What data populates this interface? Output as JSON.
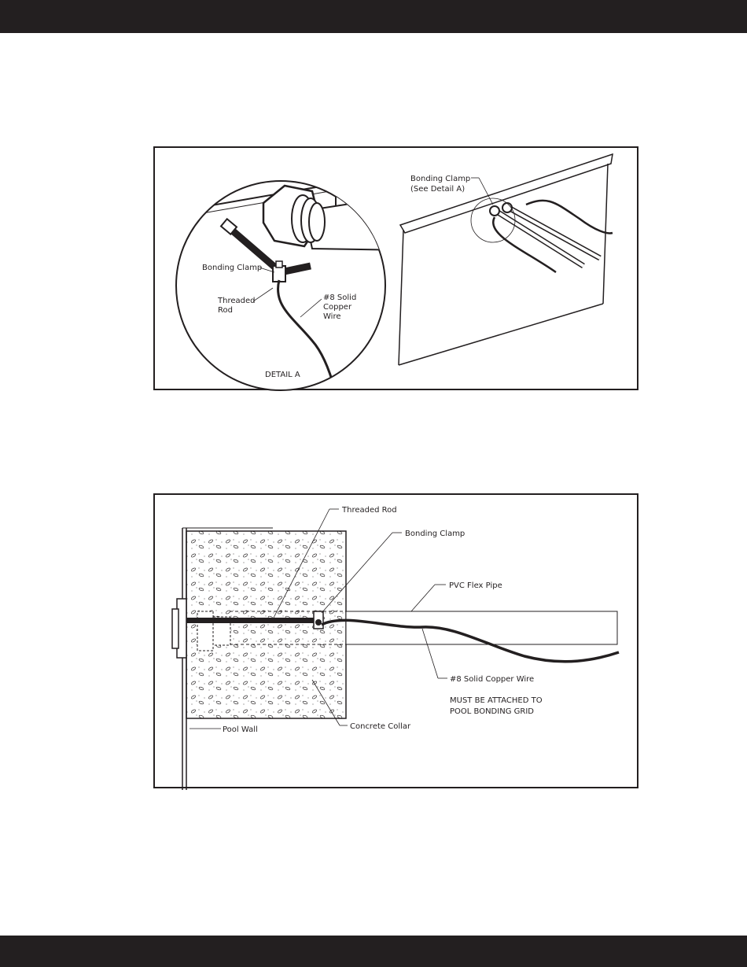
{
  "detail_figure": {
    "callout_threaded_rod": "Threaded Rod",
    "callout_bonding_clamp": "Bonding Clamp",
    "callout_wire_line1": "#8 Solid",
    "callout_wire_line2": "Copper",
    "callout_wire_line3": "Wire",
    "callout_threaded_line1": "Threaded",
    "callout_threaded_line2": "Rod",
    "detail_caption": "DETAIL A",
    "overview_clamp_line1": "Bonding Clamp",
    "overview_clamp_line2": "(See Detail A)"
  },
  "section_figure": {
    "callout_threaded_rod": "Threaded Rod",
    "callout_bonding_clamp": "Bonding Clamp",
    "callout_pvc_pipe": "PVC Flex Pipe",
    "callout_copper_wire": "#8 Solid Copper Wire",
    "note_line1": "MUST BE ATTACHED TO",
    "note_line2": "POOL BONDING GRID",
    "callout_pool_wall": "Pool Wall",
    "callout_concrete_collar": "Concrete Collar"
  },
  "colors": {
    "ink": "#231f20",
    "bars": "#231f20",
    "background": "#ffffff"
  }
}
